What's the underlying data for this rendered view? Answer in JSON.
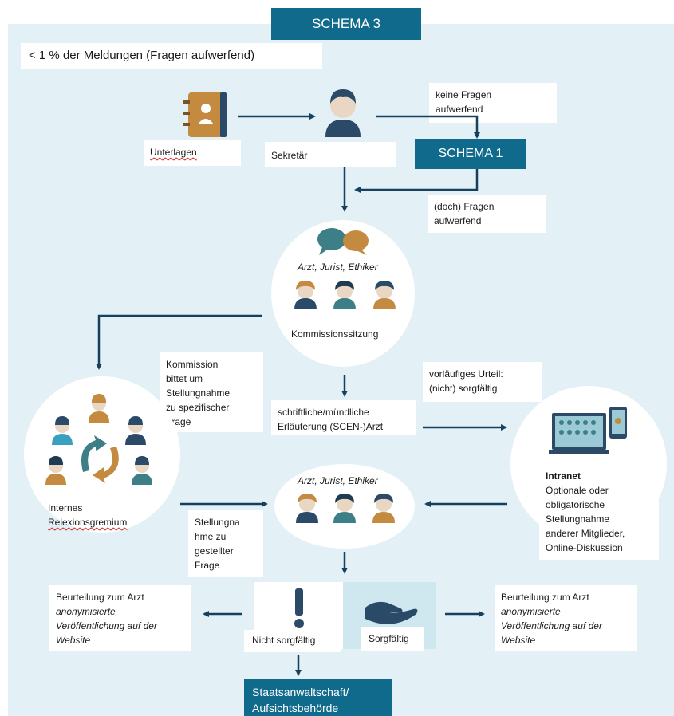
{
  "header": {
    "schema3": "SCHEMA 3",
    "subtitle": "< 1 % der Meldungen (Fragen aufwerfend)"
  },
  "top": {
    "unterlagen": "Unterlagen",
    "sekretaer": "Sekretär",
    "keine_fragen": [
      "keine Fragen",
      "aufwerfend"
    ],
    "schema1": "SCHEMA 1",
    "doch_fragen": [
      "(doch) Fragen",
      "aufwerfend"
    ]
  },
  "commission": {
    "roles": "Arzt, Jurist, Ethiker",
    "session": "Kommissionssitzung"
  },
  "middle": {
    "kommission_bittet": [
      "Kommission",
      "bittet um",
      "Stellungnahme",
      "zu spezifischer",
      "Frage"
    ],
    "erlaeuterung": [
      "schriftliche/mündliche",
      "Erläuterung (SCEN-)Arzt"
    ],
    "vorlaeufig": [
      "vorläufiges Urteil:",
      "(nicht) sorgfältig"
    ],
    "internes": [
      "Internes",
      "Relexionsgremium"
    ],
    "roles2": "Arzt, Jurist, Ethiker",
    "stellungnahme": [
      "Stellungna",
      "hme zu",
      "gestellter",
      "Frage"
    ],
    "intranet_title": "Intranet",
    "intranet_text": [
      "Optionale oder",
      "obligatorische",
      "Stellungnahme",
      "anderer Mitglieder,",
      "Online-Diskussion"
    ]
  },
  "bottom": {
    "left_box": {
      "line1": "Beurteilung zum Arzt",
      "line2": [
        "anonymisierte",
        "Veröffentlichung auf der",
        "Website"
      ]
    },
    "right_box": {
      "line1": "Beurteilung zum Arzt",
      "line2": [
        "anonymisierte",
        "Veröffentlichung auf der",
        "Website"
      ]
    },
    "nicht_sorgfaeltig": "Nicht sorgfältig",
    "sorgfaeltig": "Sorgfältig",
    "staats": [
      "Staatsanwaltschaft/",
      "Aufsichtsbehörde"
    ]
  },
  "colors": {
    "accent": "#0f6a8c",
    "panel": "#e3f1f7",
    "arrow": "#15415f",
    "teal": "#3d7f86",
    "ochre": "#c48a3f",
    "navy": "#2b4a68"
  }
}
